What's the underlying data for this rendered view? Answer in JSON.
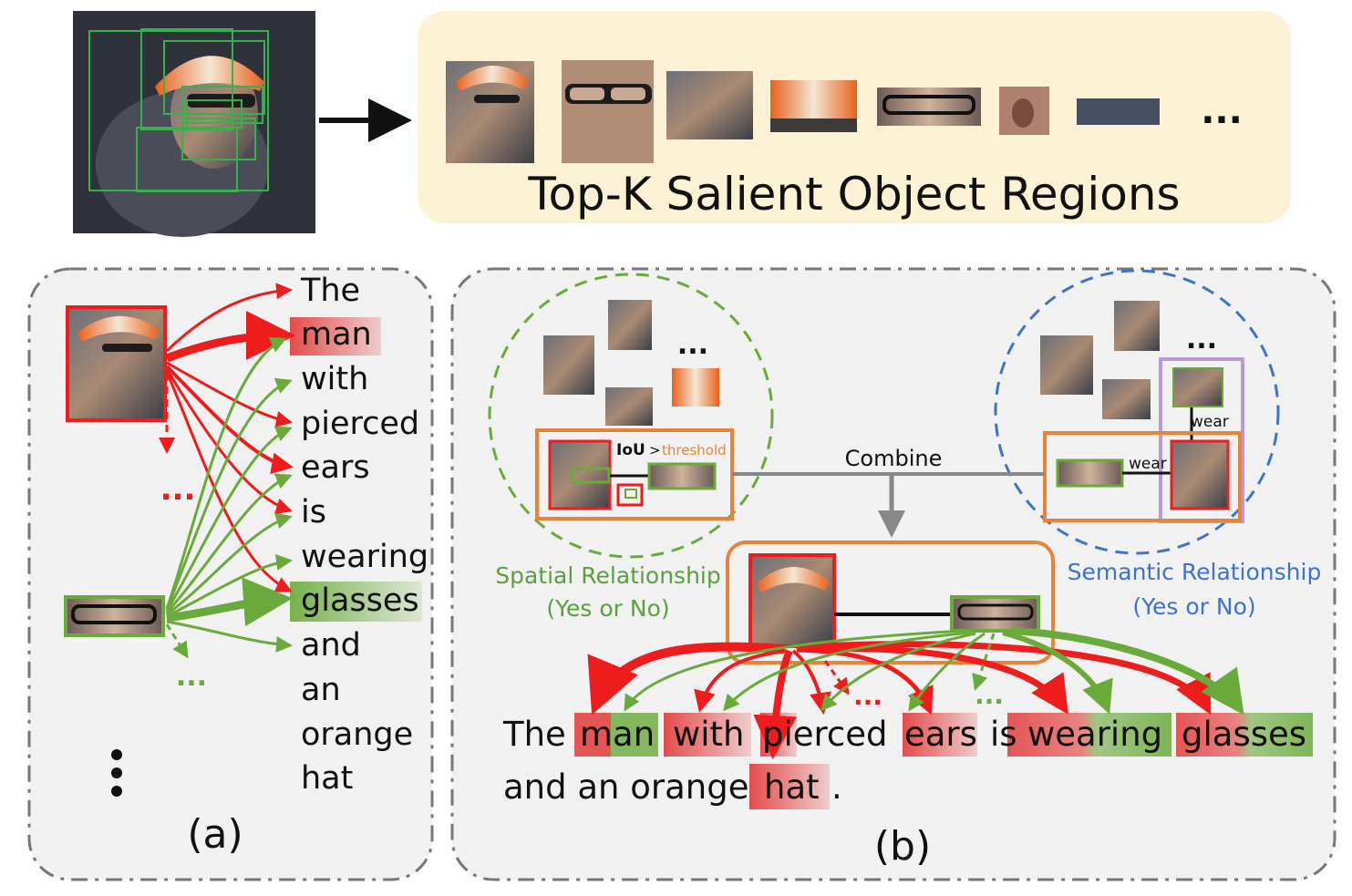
{
  "header": {
    "banner_title": "Top-K Salient Object Regions",
    "region_ellipsis": "..."
  },
  "panel_a": {
    "label": "(a)",
    "words": [
      "The",
      "man",
      "with",
      "pierced",
      "ears",
      "is",
      "wearing",
      "glasses",
      "and",
      "an",
      "orange",
      "hat"
    ],
    "red_ellipsis": "...",
    "green_ellipsis": "...",
    "vertical_ellipsis": "⋮"
  },
  "panel_b": {
    "label": "(b)",
    "spatial": {
      "iou": "IoU",
      "gt": ">",
      "threshold": "threshold",
      "title": "Spatial Relationship",
      "subtitle": "(Yes or No)",
      "ellipsis": "..."
    },
    "semantic": {
      "edge1": "wear",
      "edge2": "wear",
      "title": "Semantic Relationship",
      "subtitle": "(Yes or No)",
      "ellipsis": "..."
    },
    "combine": "Combine",
    "sentence_line1": [
      "The",
      "man",
      "with",
      "pierced",
      "ears",
      "is",
      "wearing",
      "glasses"
    ],
    "sentence_line2": [
      "and an orange",
      "hat",
      "."
    ],
    "red_ellipsis": "...",
    "green_ellipsis": "..."
  },
  "colors": {
    "red": "#ee1c1c",
    "green": "#6aaa3a",
    "orange": "#e8843a",
    "purple": "#b79ad6",
    "banner": "#fbf2d6",
    "panel": "#f1f1f1"
  }
}
